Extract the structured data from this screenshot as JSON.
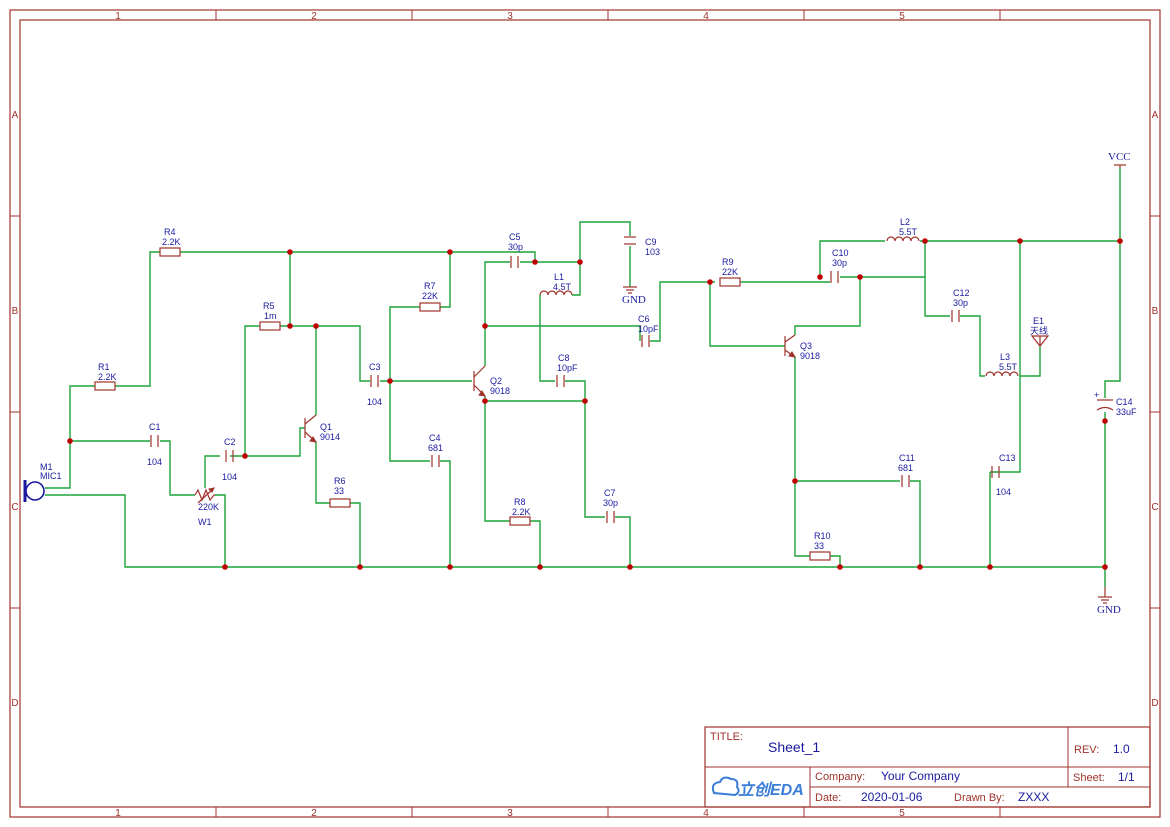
{
  "border": {
    "columns": [
      "1",
      "2",
      "3",
      "4",
      "5"
    ],
    "rows": [
      "A",
      "B",
      "C",
      "D"
    ]
  },
  "components": {
    "m1": {
      "ref": "M1",
      "value": "MIC1"
    },
    "r1": {
      "ref": "R1",
      "value": "2.2K"
    },
    "r4": {
      "ref": "R4",
      "value": "2.2K"
    },
    "c1": {
      "ref": "C1",
      "value": "104"
    },
    "w1": {
      "ref": "W1",
      "value": "220K"
    },
    "c2": {
      "ref": "C2",
      "value": "104"
    },
    "r5": {
      "ref": "R5",
      "value": "1m"
    },
    "q1": {
      "ref": "Q1",
      "value": "9014"
    },
    "r6": {
      "ref": "R6",
      "value": "33"
    },
    "c3": {
      "ref": "C3",
      "value": "104"
    },
    "r7": {
      "ref": "R7",
      "value": "22K"
    },
    "c4": {
      "ref": "C4",
      "value": "681"
    },
    "c5": {
      "ref": "C5",
      "value": "30p"
    },
    "l1": {
      "ref": "L1",
      "value": "4.5T"
    },
    "c9": {
      "ref": "C9",
      "value": "103"
    },
    "q2": {
      "ref": "Q2",
      "value": "9018"
    },
    "c8": {
      "ref": "C8",
      "value": "10pF"
    },
    "c6": {
      "ref": "C6",
      "value": "10pF"
    },
    "r8": {
      "ref": "R8",
      "value": "2.2K"
    },
    "c7": {
      "ref": "C7",
      "value": "30p"
    },
    "r9": {
      "ref": "R9",
      "value": "22K"
    },
    "q3": {
      "ref": "Q3",
      "value": "9018"
    },
    "c10": {
      "ref": "C10",
      "value": "30p"
    },
    "l2": {
      "ref": "L2",
      "value": "5.5T"
    },
    "c12": {
      "ref": "C12",
      "value": "30p"
    },
    "e1": {
      "ref": "E1",
      "value": "天线"
    },
    "l3": {
      "ref": "L3",
      "value": "5.5T"
    },
    "c11": {
      "ref": "C11",
      "value": "681"
    },
    "r10": {
      "ref": "R10",
      "value": "33"
    },
    "c13": {
      "ref": "C13",
      "value": "104"
    },
    "c14": {
      "ref": "C14",
      "value": "33uF"
    }
  },
  "power": {
    "vcc": "VCC",
    "gnd1": "GND",
    "gnd2": "GND"
  },
  "title_block": {
    "title_label": "TITLE:",
    "title_value": "Sheet_1",
    "rev_label": "REV:",
    "rev_value": "1.0",
    "company_label": "Company:",
    "company_value": "Your Company",
    "sheet_label": "Sheet:",
    "sheet_value": "1/1",
    "date_label": "Date:",
    "date_value": "2020-01-06",
    "drawn_label": "Drawn By:",
    "drawn_value": "ZXXX",
    "logo_text": "立创EDA"
  },
  "colors": {
    "frame": "#a0322c",
    "wire": "#1fa33a",
    "label": "#1a1aa0",
    "junction": "#c00000",
    "logo": "#3a7dd8"
  }
}
